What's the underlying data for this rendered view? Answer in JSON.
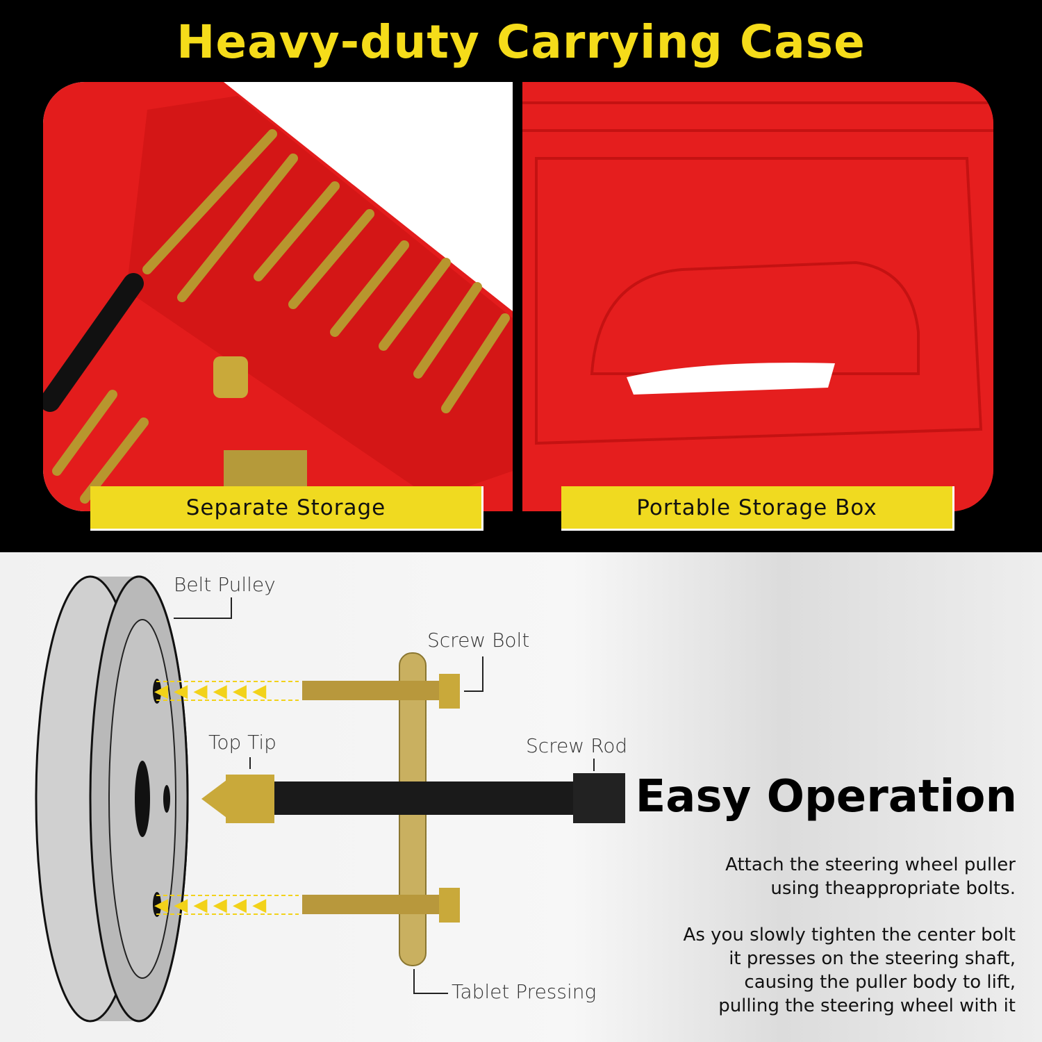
{
  "header": {
    "title": "Heavy-duty Carrying Case"
  },
  "panels": [
    {
      "label": "Separate Storage"
    },
    {
      "label": "Portable Storage Box"
    }
  ],
  "diagram": {
    "callouts": [
      "Belt Pulley",
      "Screw Bolt",
      "Top Tip",
      "Screw Rod",
      "Tablet Pressing"
    ]
  },
  "operation": {
    "heading": "Easy Operation",
    "paragraphs": [
      [
        "Attach the steering wheel puller",
        "using theappropriate bolts."
      ],
      [
        "As you slowly tighten the center bolt",
        "it presses on the steering shaft,",
        "causing the puller body to lift,",
        "pulling the steering wheel with it"
      ]
    ]
  },
  "colors": {
    "accent": "#f5dc1a",
    "case_red": "#e01b1b",
    "background": "#000000"
  }
}
